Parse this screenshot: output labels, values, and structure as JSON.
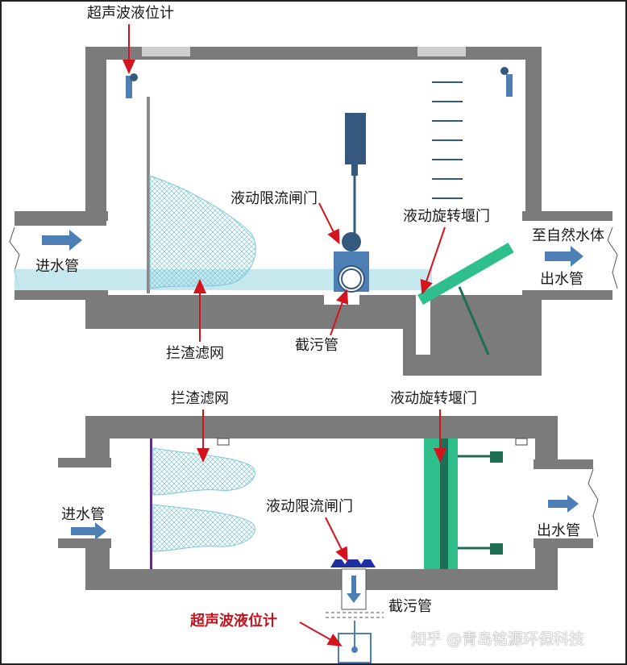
{
  "top_view": {
    "labels": {
      "ultrasonic_gauge": "超声波液位计",
      "inlet_pipe": "进水管",
      "outlet_destination": "至自然水体",
      "outlet_pipe": "出水管",
      "flow_limit_gate": "液动限流闸门",
      "rotating_weir_gate": "液动旋转堰门",
      "debris_net": "拦渣滤网",
      "sewage_pipe": "截污管"
    }
  },
  "bottom_view": {
    "labels": {
      "debris_net": "拦渣滤网",
      "rotating_weir_gate": "液动旋转堰门",
      "inlet_pipe": "进水管",
      "flow_limit_gate": "液动限流闸门",
      "outlet_pipe": "出水管",
      "sewage_pipe": "截污管",
      "ultrasonic_gauge": "超声波液位计"
    }
  },
  "watermark": "知乎 @青岛铭源环保科技",
  "colors": {
    "wall": "#7b7b7b",
    "water": "#bfe4ec",
    "arrow": "#4e7fb4",
    "gate_body": "#35587f",
    "weir_green": "#2fbf8c",
    "weir_dark": "#1e6d55",
    "net": "#7ec7d8",
    "leader": "#d4141c",
    "frame": "#222222"
  }
}
